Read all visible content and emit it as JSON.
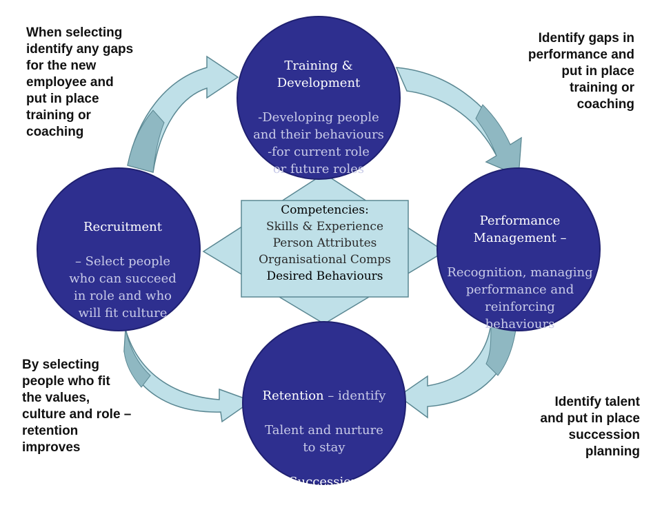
{
  "colors": {
    "circle_fill": "#2e2f8f",
    "circle_title": "#ffffff",
    "circle_body": "#c9cbe8",
    "arrow_fill": "#bfe0e8",
    "arrow_dark": "#8fb8c2",
    "arrow_stroke": "#5a8792",
    "diamond_fill": "#bfe0e8",
    "box_fill": "#bfe0e8",
    "box_text": "#2a2a2a",
    "box_text_dark": "#000000",
    "note_text": "#111111"
  },
  "circles": [
    {
      "id": "training",
      "title": "Training &\nDevelopment",
      "body": "-Developing people\nand their behaviours\n-for current role\nor future roles"
    },
    {
      "id": "recruitment",
      "title": "Recruitment",
      "body": "– Select people\nwho can succeed\nin role and who\nwill fit culture"
    },
    {
      "id": "performance",
      "title": "Performance\nManagement –",
      "body": "Recognition, managing\nperformance and\nreinforcing\nbehaviours"
    },
    {
      "id": "retention",
      "title": "Retention",
      "title_suffix": " – identify",
      "body": "Talent and nurture\nto stay",
      "title2": "Succession\nManagement"
    }
  ],
  "center_box": {
    "heading": "Competencies:",
    "items": [
      "Skills & Experience",
      "Person Attributes",
      "Organisational Comps"
    ],
    "last_item": "Desired Behaviours"
  },
  "notes": {
    "top_left": "When selecting\nidentify any gaps\nfor the new\nemployee and\nput in place\ntraining or\ncoaching",
    "top_right": "Identify gaps in\nperformance and\nput in place\ntraining or\ncoaching",
    "bottom_left": "By selecting\npeople who fit\nthe values,\nculture and role –\nretention\nimproves",
    "bottom_right": "Identify talent\nand put in place\nsuccession\nplanning"
  }
}
